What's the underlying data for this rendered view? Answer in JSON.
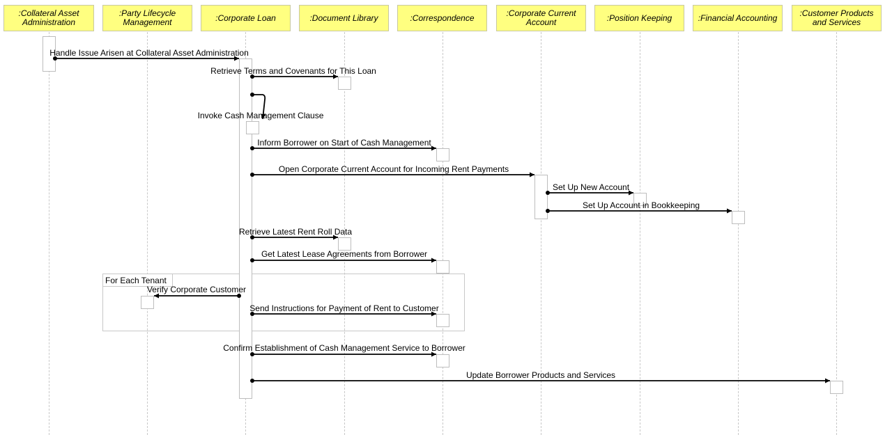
{
  "lifelines": [
    {
      "id": "cam",
      "label": ":Collateral Asset Administration"
    },
    {
      "id": "plm",
      "label": ":Party Lifecycle Management"
    },
    {
      "id": "cl",
      "label": ":Corporate Loan"
    },
    {
      "id": "dl",
      "label": ":Document Library"
    },
    {
      "id": "cor",
      "label": ":Correspondence"
    },
    {
      "id": "cca",
      "label": ":Corporate Current Account"
    },
    {
      "id": "pk",
      "label": ":Position Keeping"
    },
    {
      "id": "fa",
      "label": ":Financial Accounting"
    },
    {
      "id": "cps",
      "label": ":Customer Products and Services"
    }
  ],
  "fragment": {
    "label": "For Each Tenant"
  },
  "messages": [
    {
      "label": "Handle Issue Arisen at Collateral Asset Administration"
    },
    {
      "label": "Retrieve Terms and Covenants for This Loan"
    },
    {
      "label": "Invoke Cash Management Clause"
    },
    {
      "label": "Inform Borrower on Start of Cash Management"
    },
    {
      "label": "Open Corporate Current Account for Incoming Rent Payments"
    },
    {
      "label": "Set Up New Account"
    },
    {
      "label": "Set Up Account in Bookkeeping"
    },
    {
      "label": "Retrieve Latest Rent Roll Data"
    },
    {
      "label": "Get Latest Lease Agreements from Borrower"
    },
    {
      "label": "Verify Corporate Customer"
    },
    {
      "label": "Send Instructions for Payment of Rent to Customer"
    },
    {
      "label": "Confirm Establishment of Cash Management Service to Borrower"
    },
    {
      "label": "Update Borrower Products and Services"
    }
  ]
}
